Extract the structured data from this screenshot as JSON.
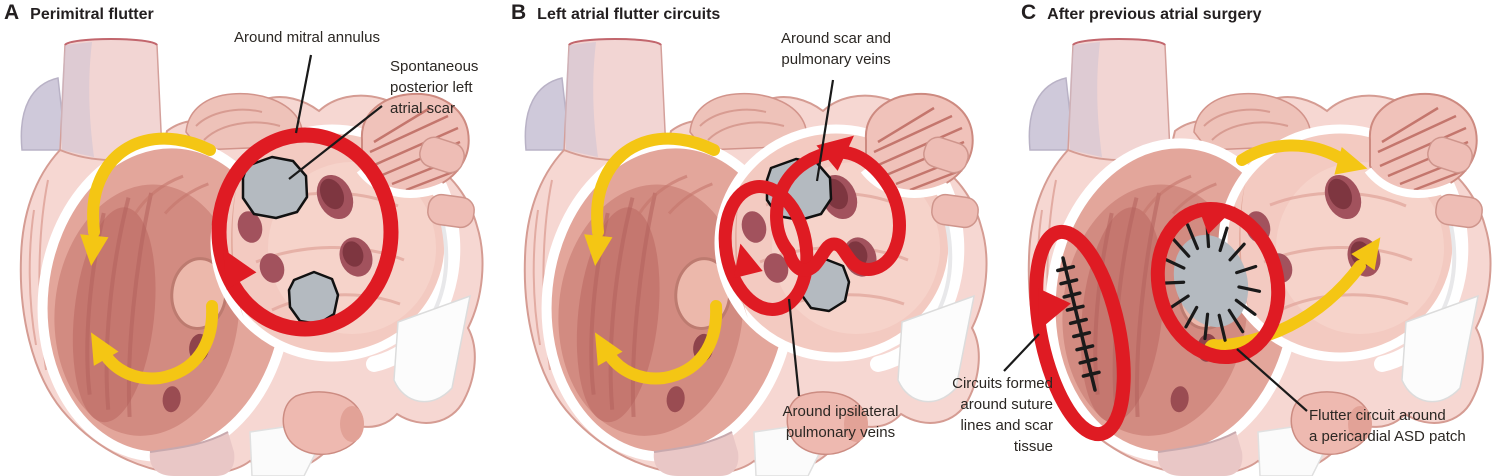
{
  "figure": {
    "panels": [
      {
        "letter": "A",
        "title": "Perimitral flutter",
        "labels": {
          "annulus": "Around mitral annulus",
          "scar": "Spontaneous\nposterior left\natrial scar"
        }
      },
      {
        "letter": "B",
        "title": "Left atrial flutter circuits",
        "labels": {
          "scar_pv": "Around scar and\npulmonary veins",
          "ipsilateral_pv": "Around ipsilateral\npulmonary veins"
        }
      },
      {
        "letter": "C",
        "title": "After previous atrial surgery",
        "labels": {
          "suture": "Circuits formed\naround suture\nlines and scar\ntissue",
          "asd_patch": "Flutter circuit around\na pericardial ASD patch"
        }
      }
    ],
    "colors": {
      "circuit_red": "#df1b23",
      "circuit_yellow": "#f4c614",
      "scar_gray": "#b4bac0",
      "callout_black": "#1a1a1a",
      "background": "#ffffff"
    }
  }
}
